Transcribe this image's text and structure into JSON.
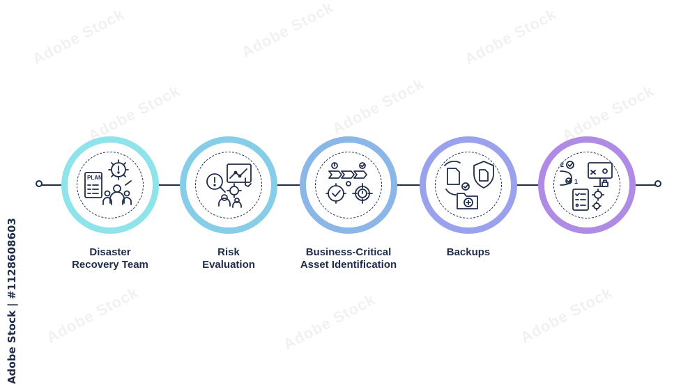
{
  "steps": [
    {
      "label_line1": "Disaster",
      "label_line2": "Recovery Team",
      "icon": "disaster-recovery-plan-team-icon",
      "color": "#8fe3ea"
    },
    {
      "label_line1": "Risk",
      "label_line2": "Evaluation",
      "icon": "risk-evaluation-icon",
      "color": "#86cde8"
    },
    {
      "label_line1": "Business-Critical",
      "label_line2": "Asset Identification",
      "icon": "asset-identification-icon",
      "color": "#8bb6e8"
    },
    {
      "label_line1": "Backups",
      "label_line2": "",
      "icon": "backups-icon",
      "color": "#9aa2ee"
    },
    {
      "label_line1": "",
      "label_line2": "",
      "icon": "strategy-checklist-icon",
      "color": "#b08be6"
    }
  ],
  "icon_text": {
    "plan": "PLAN",
    "num2": "2",
    "num1": "1"
  },
  "side_id": "Adobe Stock | #1128608603",
  "watermark_text": "Adobe Stock"
}
